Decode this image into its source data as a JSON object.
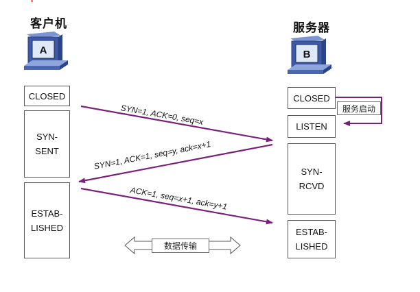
{
  "corner_mark": "+",
  "client": {
    "title": "客户机",
    "badge": "A"
  },
  "server": {
    "title": "服务器",
    "badge": "B"
  },
  "client_states": [
    "CLOSED",
    "SYN-\nSENT",
    "ESTAB-\nLISHED"
  ],
  "server_states": [
    "CLOSED",
    "LISTEN",
    "SYN-\nRCVD",
    "ESTAB-\nLISHED"
  ],
  "server_start_label": "服务启动",
  "messages": [
    "SYN=1, ACK=0, seq=x",
    "SYN=1, ACK=1, seq=y, ack=x+1",
    "ACK=1, seq=x+1, ack=y+1"
  ],
  "data_transfer_label": "数据传输",
  "colors": {
    "arrow": "#7a1f7a",
    "monitor": "#4a67b0",
    "screen": "#dfe8f7"
  }
}
